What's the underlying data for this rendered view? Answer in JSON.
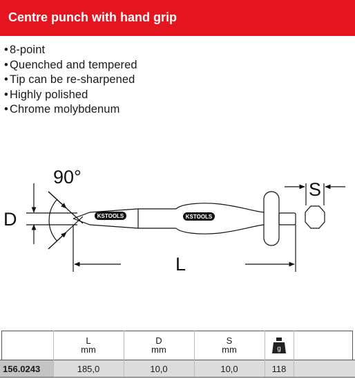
{
  "header": {
    "title": "Centre punch with hand grip"
  },
  "features": [
    "8-point",
    "Quenched and tempered",
    "Tip can be re-sharpened",
    "Highly polished",
    "Chrome molybdenum"
  ],
  "drawing": {
    "angle_label": "90°",
    "d_label": "D",
    "l_label": "L",
    "s_label": "S",
    "brand_logo_text": "KSTOOLS"
  },
  "table": {
    "headers": [
      {
        "name": "L",
        "unit": "mm"
      },
      {
        "name": "D",
        "unit": "mm"
      },
      {
        "name": "S",
        "unit": "mm"
      }
    ],
    "weight_icon": "weight-icon",
    "weight_icon_letter": "g",
    "row": {
      "article": "156.0243",
      "l": "185,0",
      "d": "10,0",
      "s": "10,0",
      "weight": "118"
    }
  },
  "colors": {
    "accent": "#e4151f",
    "row_bg": "#dcdcdc",
    "article_bg": "#c4c4c4"
  }
}
